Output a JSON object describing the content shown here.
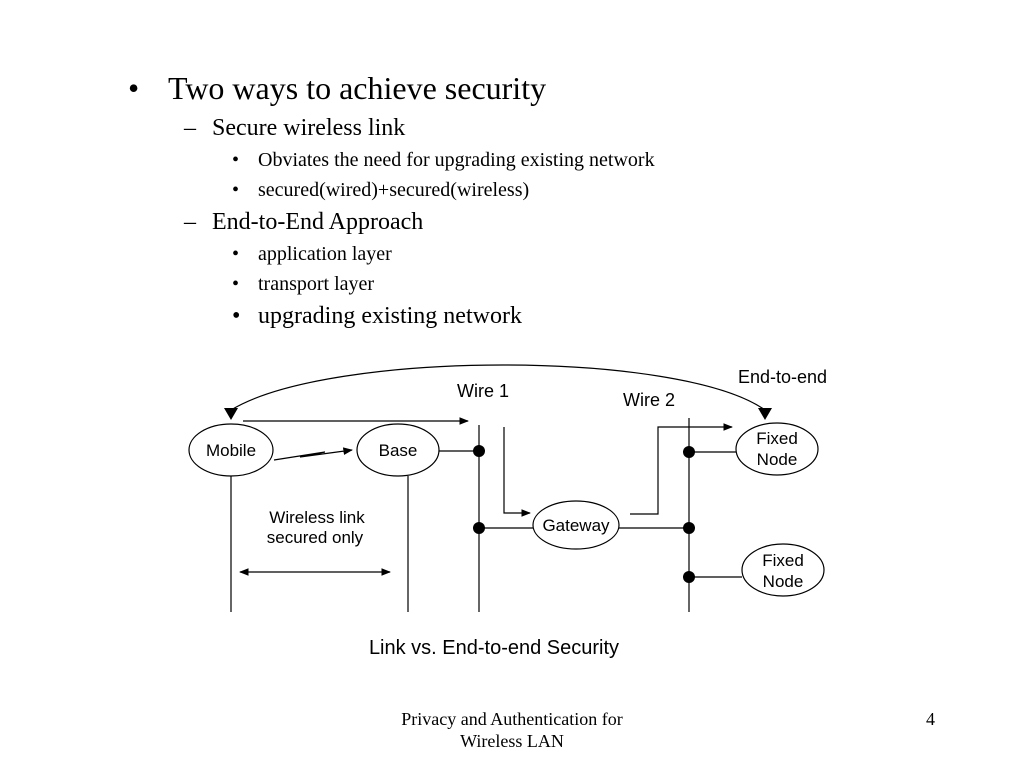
{
  "bullets": {
    "main": "Two ways to achieve security",
    "secure_link": "Secure wireless link",
    "obviates": "Obviates the need for upgrading existing network",
    "secured_sum": "secured(wired)+secured(wireless)",
    "end_to_end": "End-to-End Approach",
    "application_layer": "application layer",
    "transport_layer": "transport layer",
    "upgrading": "upgrading existing network"
  },
  "markers": {
    "bullet": "•",
    "dash": "–"
  },
  "diagram": {
    "end_to_end_label": "End-to-end",
    "wire1_label": "Wire 1",
    "wire2_label": "Wire 2",
    "mobile": "Mobile",
    "base": "Base",
    "gateway": "Gateway",
    "fixed_node_1": [
      "Fixed",
      "Node"
    ],
    "fixed_node_2": [
      "Fixed",
      "Node"
    ],
    "wireless_note": [
      "Wireless link",
      "secured only"
    ],
    "caption": "Link vs. End-to-end Security"
  },
  "footer": {
    "title_line1": "Privacy and Authentication for",
    "title_line2": "Wireless LAN",
    "page_number": "4"
  }
}
